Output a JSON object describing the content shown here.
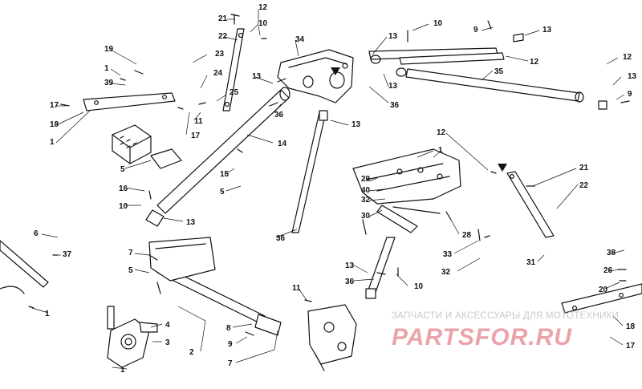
{
  "diagram": {
    "callouts": [
      {
        "id": "c21a",
        "text": "21"
      },
      {
        "id": "c12a",
        "text": "12"
      },
      {
        "id": "c22a",
        "text": "22"
      },
      {
        "id": "c10a",
        "text": "10"
      },
      {
        "id": "c34",
        "text": "34"
      },
      {
        "id": "c23",
        "text": "23"
      },
      {
        "id": "c24",
        "text": "24"
      },
      {
        "id": "c25",
        "text": "25"
      },
      {
        "id": "c11a",
        "text": "11"
      },
      {
        "id": "c13a",
        "text": "13"
      },
      {
        "id": "c19",
        "text": "19"
      },
      {
        "id": "c1a",
        "text": "1"
      },
      {
        "id": "c39",
        "text": "39"
      },
      {
        "id": "c17a",
        "text": "17"
      },
      {
        "id": "c18a",
        "text": "18"
      },
      {
        "id": "c1b",
        "text": "1"
      },
      {
        "id": "c17b",
        "text": "17"
      },
      {
        "id": "c36a",
        "text": "36"
      },
      {
        "id": "c13b",
        "text": "13"
      },
      {
        "id": "c14",
        "text": "14"
      },
      {
        "id": "c5a",
        "text": "5"
      },
      {
        "id": "c16",
        "text": "16"
      },
      {
        "id": "c10b",
        "text": "10"
      },
      {
        "id": "c15",
        "text": "15"
      },
      {
        "id": "c5b",
        "text": "5"
      },
      {
        "id": "c13c",
        "text": "13"
      },
      {
        "id": "c36b",
        "text": "36"
      },
      {
        "id": "c10c",
        "text": "10"
      },
      {
        "id": "c13d",
        "text": "13"
      },
      {
        "id": "c13e",
        "text": "13"
      },
      {
        "id": "c36c",
        "text": "36"
      },
      {
        "id": "c9a",
        "text": "9"
      },
      {
        "id": "c13f",
        "text": "13"
      },
      {
        "id": "c12b",
        "text": "12"
      },
      {
        "id": "c35",
        "text": "35"
      },
      {
        "id": "c12c",
        "text": "12"
      },
      {
        "id": "c13g",
        "text": "13"
      },
      {
        "id": "c9b",
        "text": "9"
      },
      {
        "id": "c1c",
        "text": "1"
      },
      {
        "id": "c12d",
        "text": "12"
      },
      {
        "id": "c29",
        "text": "29"
      },
      {
        "id": "c40",
        "text": "40"
      },
      {
        "id": "c32a",
        "text": "32"
      },
      {
        "id": "c30",
        "text": "30"
      },
      {
        "id": "c21b",
        "text": "21"
      },
      {
        "id": "c22b",
        "text": "22"
      },
      {
        "id": "c28",
        "text": "28"
      },
      {
        "id": "c33",
        "text": "33"
      },
      {
        "id": "c32b",
        "text": "32"
      },
      {
        "id": "c31",
        "text": "31"
      },
      {
        "id": "c38",
        "text": "38"
      },
      {
        "id": "c26",
        "text": "26"
      },
      {
        "id": "c20",
        "text": "20"
      },
      {
        "id": "c18b",
        "text": "18"
      },
      {
        "id": "c17c",
        "text": "17"
      },
      {
        "id": "c6",
        "text": "6"
      },
      {
        "id": "c37",
        "text": "37"
      },
      {
        "id": "c1d",
        "text": "1"
      },
      {
        "id": "c7a",
        "text": "7"
      },
      {
        "id": "c5c",
        "text": "5"
      },
      {
        "id": "c4",
        "text": "4"
      },
      {
        "id": "c3",
        "text": "3"
      },
      {
        "id": "c2",
        "text": "2"
      },
      {
        "id": "c1e",
        "text": "1"
      },
      {
        "id": "c8",
        "text": "8"
      },
      {
        "id": "c9c",
        "text": "9"
      },
      {
        "id": "c7b",
        "text": "7"
      },
      {
        "id": "c11b",
        "text": "11"
      },
      {
        "id": "c13h",
        "text": "13"
      },
      {
        "id": "c36d",
        "text": "36"
      },
      {
        "id": "c10d",
        "text": "10"
      }
    ]
  },
  "watermark": {
    "caption": "ЗАПЧАСТИ И АКСЕССУАРЫ ДЛЯ МОТОТЕХНИКИ",
    "logo": "PARTSFOR.RU"
  }
}
